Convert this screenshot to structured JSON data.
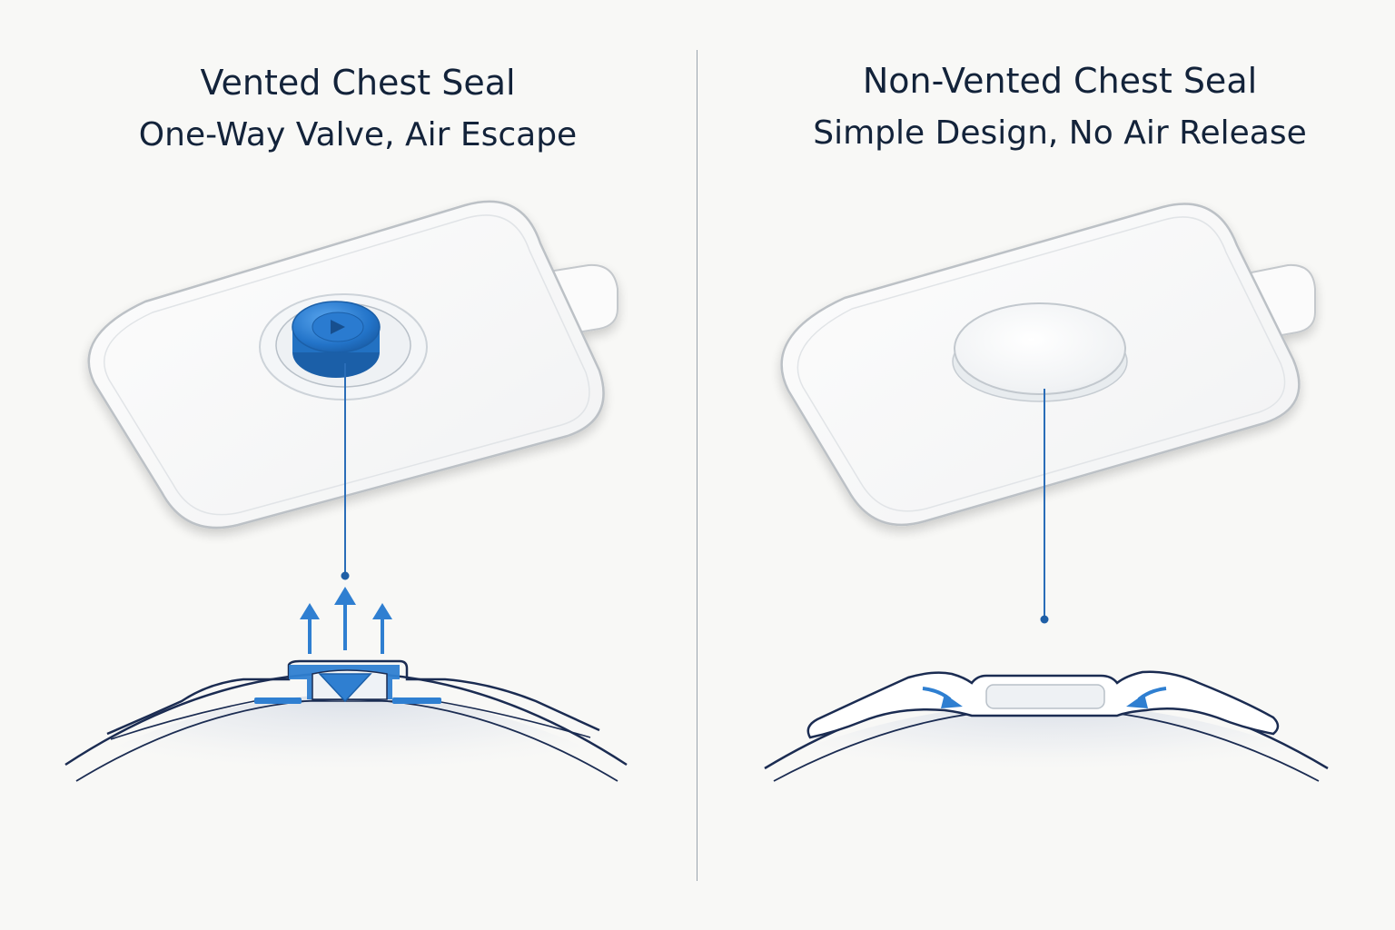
{
  "left_panel": {
    "title": "Vented Chest Seal",
    "subtitle": "One-Way Valve, Air Escape"
  },
  "right_panel": {
    "title": "Non-Vented Chest Seal",
    "subtitle": "Simple Design, No Air Release"
  },
  "colors": {
    "text": "#13233a",
    "accent_blue": "#2f7fd1",
    "outline_navy": "#1b2c52",
    "seal_fill": "#ffffff",
    "divider": "#9aa3ad"
  },
  "icons": {
    "left_top": "vented-seal-valve-icon",
    "left_bottom": "air-escape-arrows-icon",
    "right_top": "non-vented-seal-patch-icon",
    "right_bottom": "sealed-pressure-arrows-icon"
  }
}
